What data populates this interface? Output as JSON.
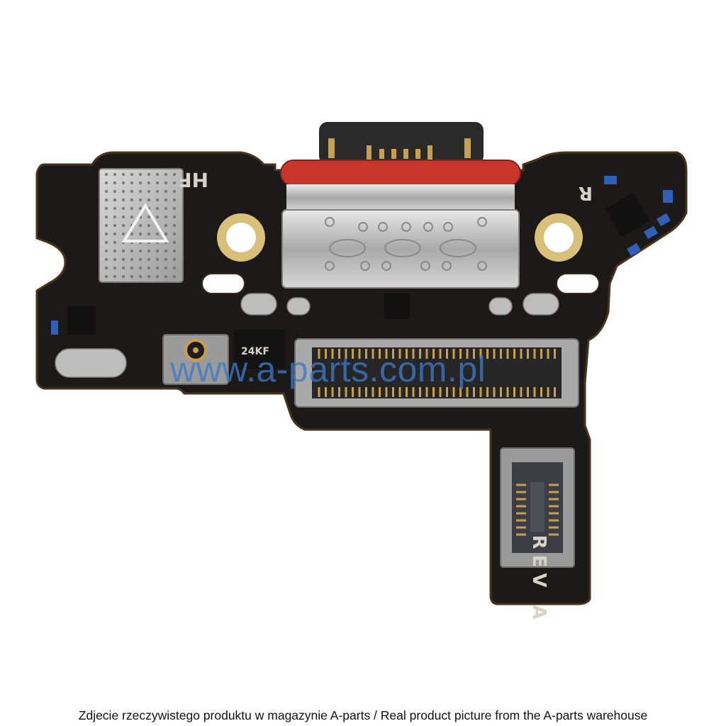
{
  "photo": {
    "silkscreen": {
      "hf": "HF",
      "r": "R",
      "rev": "REV A",
      "chip_code": "24KF"
    }
  },
  "watermark": "www.a-parts.com.pl",
  "caption": "Zdjecie rzeczywistego produktu w magazynie A-parts / Real product picture from the A-parts warehouse",
  "colors": {
    "board": "#1b1a18",
    "board_edge": "#3a2a1a",
    "gasket": "#c8352a",
    "metal": "#bfbfbf",
    "watermark": "#3c78c8"
  }
}
